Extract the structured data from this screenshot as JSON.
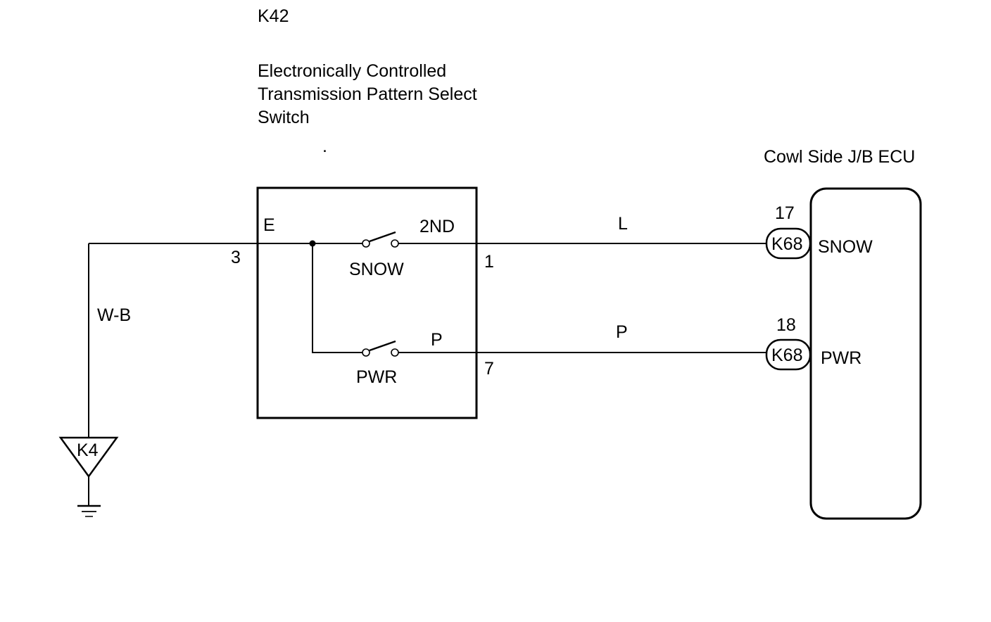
{
  "component": {
    "code": "K42",
    "name_lines": [
      "Electronically Controlled",
      "Transmission Pattern Select",
      "Switch"
    ],
    "terminals": {
      "e_name": "E",
      "e_pin": "3",
      "second_name": "2ND",
      "second_pin": "1",
      "p_name": "P",
      "p_pin": "7"
    },
    "switches": {
      "snow_label": "SNOW",
      "pwr_label": "PWR"
    }
  },
  "ecu": {
    "name": "Cowl Side J/B ECU",
    "pins": [
      {
        "number": "17",
        "connector": "K68",
        "signal": "SNOW"
      },
      {
        "number": "18",
        "connector": "K68",
        "signal": "PWR"
      }
    ]
  },
  "wires": {
    "ground_color": "W-B",
    "snow_color": "L",
    "pwr_color": "P"
  },
  "ground": {
    "point": "K4"
  },
  "marks": {
    "stray_dot": "."
  },
  "colors": {
    "line": "#000000",
    "background": "#ffffff"
  }
}
